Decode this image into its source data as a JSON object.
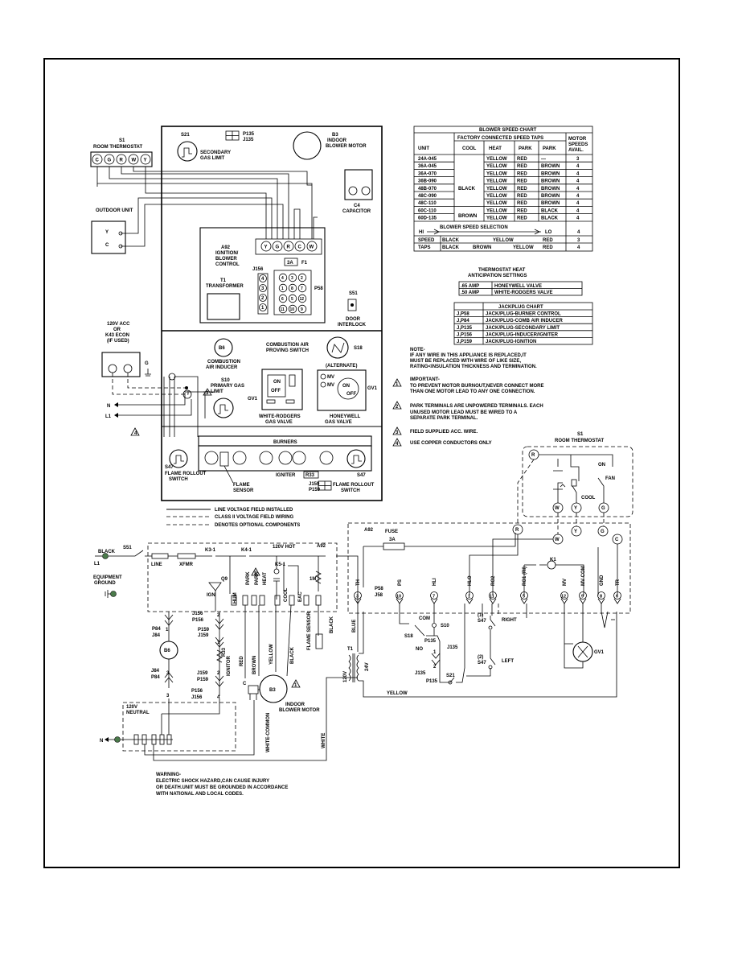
{
  "thermostat": {
    "id": "S1",
    "title": "ROOM THERMOSTAT",
    "terminals": [
      "C",
      "G",
      "R",
      "W",
      "Y"
    ]
  },
  "outdoor_unit": {
    "title": "OUTDOOR UNIT",
    "terminals": [
      "Y",
      "C"
    ]
  },
  "accessory": {
    "line1": "120V ACC",
    "line2": "OR",
    "line3": "K43 ECON",
    "line4": "(IF USED)"
  },
  "ground_label": "G",
  "line_labels": {
    "n": "N",
    "l1": "L1"
  },
  "components": {
    "s21": {
      "id": "S21",
      "label1": "SECONDARY",
      "label2": "GAS LIMIT"
    },
    "p135": {
      "l1": "P135",
      "l2": "J135"
    },
    "b3": {
      "id": "B3",
      "label1": "INDOOR",
      "label2": "BLOWER MOTOR"
    },
    "c4": {
      "label1": "C4",
      "label2": "CAPACITOR"
    },
    "a92": {
      "id": "A92",
      "l1": "IGNITION/",
      "l2": "BLOWER",
      "l3": "CONTROL"
    },
    "t1": {
      "id": "T1",
      "label": "TRANSFORMER"
    },
    "fuse": "3A",
    "f1": "F1",
    "j156": "J156",
    "p58": "P58",
    "s51": {
      "id": "S51",
      "l1": "DOOR",
      "l2": "INTERLOCK"
    },
    "b6": {
      "id": "B6",
      "l1": "COMBUSTION",
      "l2": "AIR INDUCER"
    },
    "s18": {
      "id": "S18",
      "l1": "COMBUSTION AIR",
      "l2": "PROVING SWITCH"
    },
    "s10": {
      "id": "S10",
      "l1": "PRIMARY GAS",
      "l2": "LIMIT"
    },
    "gv1_wr": {
      "id": "GV1",
      "l1": "WHITE-RODGERS",
      "l2": "GAS VALVE",
      "on": "ON",
      "off": "OFF"
    },
    "gv1_hw": {
      "id": "GV1",
      "alt": "(ALTERNATE)",
      "l1": "HONEYWELL",
      "l2": "GAS VALVE",
      "mv": "MV",
      "on": "ON",
      "off": "OFF"
    },
    "burners": "BURNERS",
    "s47_left": {
      "id": "S47",
      "l1": "FLAME ROLLOUT",
      "l2": "SWITCH"
    },
    "s47_right": {
      "id": "S47",
      "l1": "FLAME ROLLOUT",
      "l2": "SWITCH"
    },
    "flame_sensor": {
      "l1": "FLAME",
      "l2": "SENSOR"
    },
    "igniter": "IGNITER",
    "r33": "R33",
    "j159": {
      "l1": "J159",
      "l2": "P159"
    }
  },
  "p58_pins": [
    "4",
    "3",
    "2",
    "1",
    "8",
    "7",
    "6",
    "5",
    "12",
    "11",
    "10",
    "9"
  ],
  "j156_pins": [
    "4",
    "3",
    "2",
    "1"
  ],
  "blower_chart": {
    "title": "BLOWER SPEED CHART",
    "header_group": "FACTORY CONNECTED SPEED TAPS",
    "columns": [
      "UNIT",
      "COOL",
      "HEAT",
      "PARK",
      "PARK",
      "MOTOR SPEEDS AVAIL."
    ],
    "rows": [
      [
        "24A-045",
        "",
        "YELLOW",
        "RED",
        "—",
        "3"
      ],
      [
        "36A-045",
        "",
        "YELLOW",
        "RED",
        "BROWN",
        "4"
      ],
      [
        "36A-070",
        "",
        "YELLOW",
        "RED",
        "BROWN",
        "4"
      ],
      [
        "36B-090",
        "BLACK",
        "YELLOW",
        "RED",
        "BROWN",
        "4"
      ],
      [
        "48B-070",
        "",
        "YELLOW",
        "RED",
        "BROWN",
        "4"
      ],
      [
        "48C-090",
        "",
        "YELLOW",
        "RED",
        "BROWN",
        "4"
      ],
      [
        "48C-110",
        "",
        "YELLOW",
        "RED",
        "BROWN",
        "4"
      ],
      [
        "60C-110",
        "BROWN",
        "YELLOW",
        "RED",
        "BLACK",
        "4"
      ],
      [
        "60D-135",
        "",
        "YELLOW",
        "RED",
        "BLACK",
        "4"
      ]
    ],
    "selection_title": "BLOWER SPEED SELECTION",
    "hi": "HI",
    "lo": "LO",
    "speed_taps_label1": "SPEED",
    "speed_taps_label2": "TAPS",
    "taps_row1": [
      "BLACK",
      "YELLOW",
      "RED",
      "3"
    ],
    "taps_row2": [
      "BLACK",
      "BROWN",
      "YELLOW",
      "RED",
      "4"
    ],
    "sel_speeds": "4"
  },
  "anticipation": {
    "title1": "THERMOSTAT HEAT",
    "title2": "ANTICIPATION SETTINGS",
    "rows": [
      [
        ".65 AMP",
        "HONEYWELL VALVE"
      ],
      [
        ".50 AMP",
        "WHITE-RODGERS VALVE"
      ]
    ]
  },
  "jackplug": {
    "title": "JACKPLUG CHART",
    "rows": [
      [
        "J,P58",
        "JACK/PLUG-BURNER CONTROL"
      ],
      [
        "J,P84",
        "JACK/PLUG-COMB AIR INDUCER"
      ],
      [
        "J,P135",
        "JACK/PLUG-SECONDARY LIMIT"
      ],
      [
        "J,P156",
        "JACK/PLUG-INDUCER/IGNITER"
      ],
      [
        "J,P159",
        "JACK/PLUG-IGNITION"
      ]
    ]
  },
  "notes": {
    "note_title": "NOTE-",
    "note_lines": [
      "IF ANY WIRE IN THIS APPLIANCE IS REPLACED,IT",
      "MUST BE REPLACED WITH WIRE OF LIKE SIZE,",
      "RATING<INSULATION THICKNESS AND TERMINATION."
    ],
    "n1": [
      "IMPORTANT-",
      "TO PREVENT MOTOR BURNOUT,NEVER CONNECT MORE",
      "THAN ONE MOTOR LEAD TO ANY ONE CONNECTION."
    ],
    "n2": [
      "PARK TERMINALS ARE UNPOWERED TERMINALS. EACH",
      "UNUSED MOTOR LEAD MUST BE WIRED TO A",
      "SEPARATE PARK TERMINAL."
    ],
    "n3": "FIELD SUPPLIED ACC. WIRE.",
    "n4": "USE COPPER CONDUCTORS ONLY",
    "nums": [
      "1",
      "2",
      "3",
      "4"
    ]
  },
  "legend": {
    "line_voltage": "LINE VOLTAGE FIELD INSTALLED",
    "class2": "CLASS II VOLTAGE FIELD WIRING",
    "optional": "DENOTES OPTIONAL COMPONENTS"
  },
  "schematic_thermostat": {
    "id": "S1",
    "title": "ROOM THERMOSTAT",
    "terms": [
      "R",
      "W",
      "Y",
      "G"
    ],
    "on": "ON",
    "fan": "FAN",
    "cool": "COOL"
  },
  "ladder": {
    "black": "BLACK",
    "l1": "L1",
    "s51": "S51",
    "line": "LINE",
    "xfmr": "XFMR",
    "k3": "K3-1",
    "k4": "K4-1",
    "hot": "120V HOT",
    "a92": "A92",
    "equip_ground1": "EQUIPMENT",
    "equip_ground2": "GROUND",
    "q9": "Q9",
    "ign": "IGN",
    "k5": "K5-1",
    "one_m": "1M",
    "term_labels": [
      "HUM",
      "PARK",
      "PARK",
      "HEAT",
      "COOL",
      "EAC"
    ],
    "j156": "J156",
    "p156": "P156",
    "p159": "P159",
    "j159": "J159",
    "p84": "P84",
    "j84": "J84",
    "b6": "B6",
    "r33": "R33",
    "igniter": "IGNITOR",
    "j84b": "J84",
    "p84b": "P84",
    "j159b": "J159",
    "p159b": "P159",
    "p156b": "P156",
    "j156b": "J156",
    "pins_1": "1",
    "pins_2": "2",
    "pins_3": "3",
    "pins_4": "4",
    "wire_red": "RED",
    "wire_brown": "BROWN",
    "wire_yellow": "YELLOW",
    "wire_black": "BLACK",
    "flame_sensor": "FLAME SENSOR",
    "black2": "BLACK",
    "c": "C",
    "b3": "B3",
    "indoor": "INDOOR",
    "blower_motor": "BLOWER MOTOR",
    "neutral1": "120V",
    "neutral2": "NEUTRAL",
    "n": "N",
    "white_common": "WHITE-COMMON",
    "white": "WHITE",
    "blue": "BLUE",
    "t1": "T1",
    "v120": "120V",
    "v24": "24V"
  },
  "control_board": {
    "a92": "A92",
    "fuse": "FUSE",
    "fuse_rating": "3A",
    "p58": "P58",
    "j58": "J58",
    "terminals": [
      "TH",
      "PS",
      "HLI",
      "HLO",
      "RO2",
      "RO1 (RI)",
      "MV",
      "MV COM",
      "GND",
      "TR"
    ],
    "pin_numbers": [
      "3",
      "10",
      "7",
      "1",
      "11",
      "5",
      "12",
      "9",
      "8",
      "6"
    ],
    "k1": "K1",
    "com": "COM",
    "no": "NO",
    "s18": "S18",
    "s10": "S10",
    "p135": "P135",
    "j135": "J135",
    "j135b": "J135",
    "p135b": "P135",
    "s21": "S21",
    "s47_1": "(1)",
    "s47_1b": "S47",
    "right": "RIGHT",
    "s47_2": "(2)",
    "s47_2b": "S47",
    "left": "LEFT",
    "gv1": "GV1",
    "yellow": "YELLOW",
    "term_r": "R",
    "term_w": "W",
    "term_y": "Y",
    "term_g": "G",
    "term_c": "C"
  },
  "warning": {
    "lines": [
      "WARNING-",
      "ELECTRIC SHOCK HAZARD,CAN CAUSE INJURY",
      "OR DEATH.UNIT MUST BE GROUNDED IN ACCORDANCE",
      "WITH NATIONAL AND LOCAL CODES."
    ]
  }
}
